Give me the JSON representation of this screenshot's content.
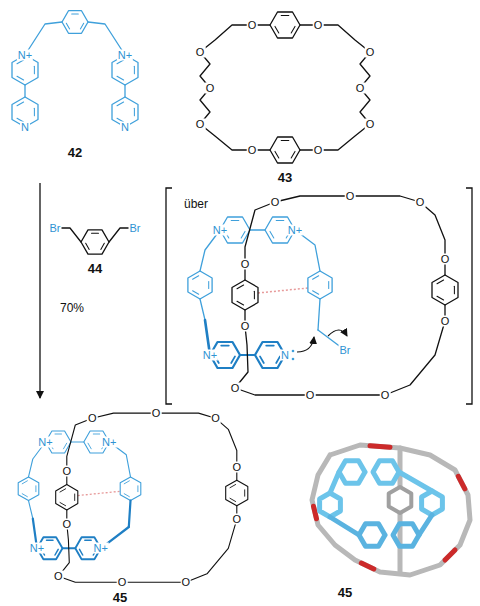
{
  "diagram": {
    "labels": [
      "N+",
      "N+",
      "N",
      "N",
      "42",
      "O",
      "O",
      "O",
      "O",
      "O",
      "O",
      "O",
      "O",
      "O",
      "O",
      "43",
      "über",
      "N+",
      "N+",
      "N+",
      "N",
      "Br",
      "O",
      "O",
      "O",
      "O",
      "O",
      "O",
      "O",
      "O",
      "O",
      "O",
      "Br",
      "Br",
      "44",
      "70%",
      "N+",
      "N+",
      "N+",
      "N+",
      "O",
      "O",
      "O",
      "O",
      "O",
      "O",
      "O",
      "O",
      "O",
      "O",
      "45",
      "45"
    ]
  }
}
